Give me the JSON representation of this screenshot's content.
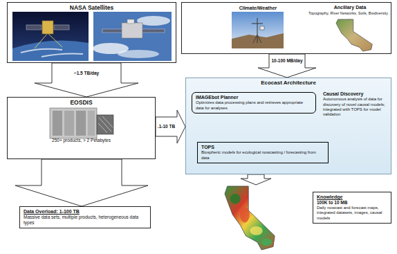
{
  "diagram": {
    "nodes": [
      {
        "text": [
          "NASA Satellites"
        ]
      },
      {
        "text": [
          "Climate/Weather",
          "Ancillary Data",
          "Topography, River Networks, Soils, Biodiversity . . ."
        ]
      },
      {
        "text": [
          "EOSDIS",
          "250+ products, > 2 Petabytes"
        ]
      },
      {
        "text": [
          "Ecocast Architecture"
        ]
      },
      {
        "text": [
          "IMAGEbot Planner",
          "Optimizes data processing plans and retrieves appropriate data for analyses"
        ],
        "in": 3
      },
      {
        "text": [
          "Causal Discovery",
          "Autonomous analysis of data for discovery of novel causal models; integrated with TOPS for model validation"
        ],
        "in": 3
      },
      {
        "text": [
          "TOPS",
          "Biospheric models for ecological nowcasting / forecasting from data"
        ],
        "in": 3
      },
      {
        "text": [
          "Data Overload: 1-100 TB",
          "Massive data sets, multiple products, heterogeneous data types"
        ]
      },
      {
        "text": [
          "Knowledge",
          "100K to 10 MB",
          "Daily nowcast and forecast maps, integrated datasets, images, causal models"
        ]
      }
    ],
    "edges": [
      {
        "from": 0,
        "to": 2,
        "label": "~1.5 TB/day",
        "arrow": "to"
      },
      {
        "from": 1,
        "to": 3,
        "label": "10-100 MB/day",
        "arrow": "to"
      },
      {
        "from": 2,
        "to": 3,
        "label": ".1-10 TB",
        "arrow": "to"
      },
      {
        "from": 2,
        "to": 7,
        "arrow": "to"
      }
    ]
  }
}
